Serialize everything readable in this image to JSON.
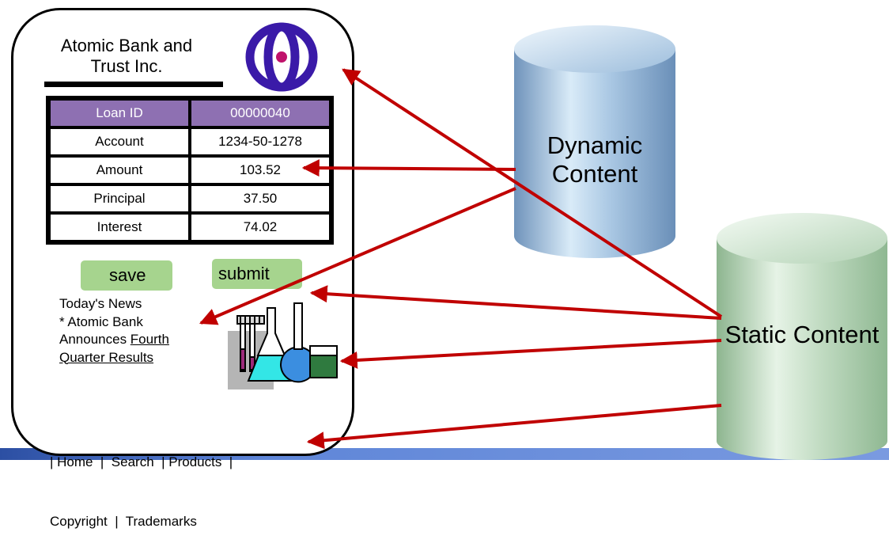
{
  "webpage": {
    "bank_name": "Atomic Bank and Trust Inc.",
    "loan_table": [
      [
        "Loan ID",
        "00000040"
      ],
      [
        "Account",
        "1234-50-1278"
      ],
      [
        "Amount",
        "103.52"
      ],
      [
        "Principal",
        "37.50"
      ],
      [
        "Interest",
        "74.02"
      ]
    ],
    "buttons": {
      "save": "save",
      "submit": "submit"
    },
    "news": {
      "heading": "Today's News",
      "line1": "* Atomic Bank",
      "line2_plain": "Announces ",
      "line2_link": "Fourth",
      "line3_link": "Quarter Results"
    },
    "footer": {
      "line1": "| Home  |  Search  | Products  |",
      "line2": "Copyright  |  Trademarks"
    }
  },
  "sources": {
    "dynamic": "Dynamic Content",
    "static": "Static Content"
  },
  "colors": {
    "table_header": "#8e70b2",
    "button": "#a6d48e",
    "arrow": "#c00000",
    "dynamic_cylinder": "#a9c7e3",
    "static_cylinder": "#c2dcc3",
    "logo": "#3a1aa8"
  },
  "icons": [
    "atom-logo-icon",
    "lab-flasks-icon"
  ]
}
